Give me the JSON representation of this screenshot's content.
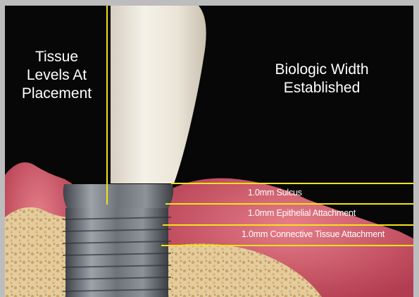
{
  "labels": {
    "left_title": "Tissue\nLevels At\nPlacement",
    "right_title": "Biologic Width\nEstablished"
  },
  "measurements": [
    {
      "text": "1.0mm Sulcus"
    },
    {
      "text": "1.0mm Epithelial Attachment"
    },
    {
      "text": "1.0mm Connective Tissue Attachment"
    }
  ],
  "colors": {
    "background": "#070707",
    "guide_line": "#f2e21a",
    "gum": "#d8606e",
    "bone": "#e9d2a4",
    "implant": "#7d8289",
    "tooth": "#ece6d9"
  },
  "icons": {
    "tooth": "tooth-illustration",
    "implant": "implant-illustration"
  }
}
